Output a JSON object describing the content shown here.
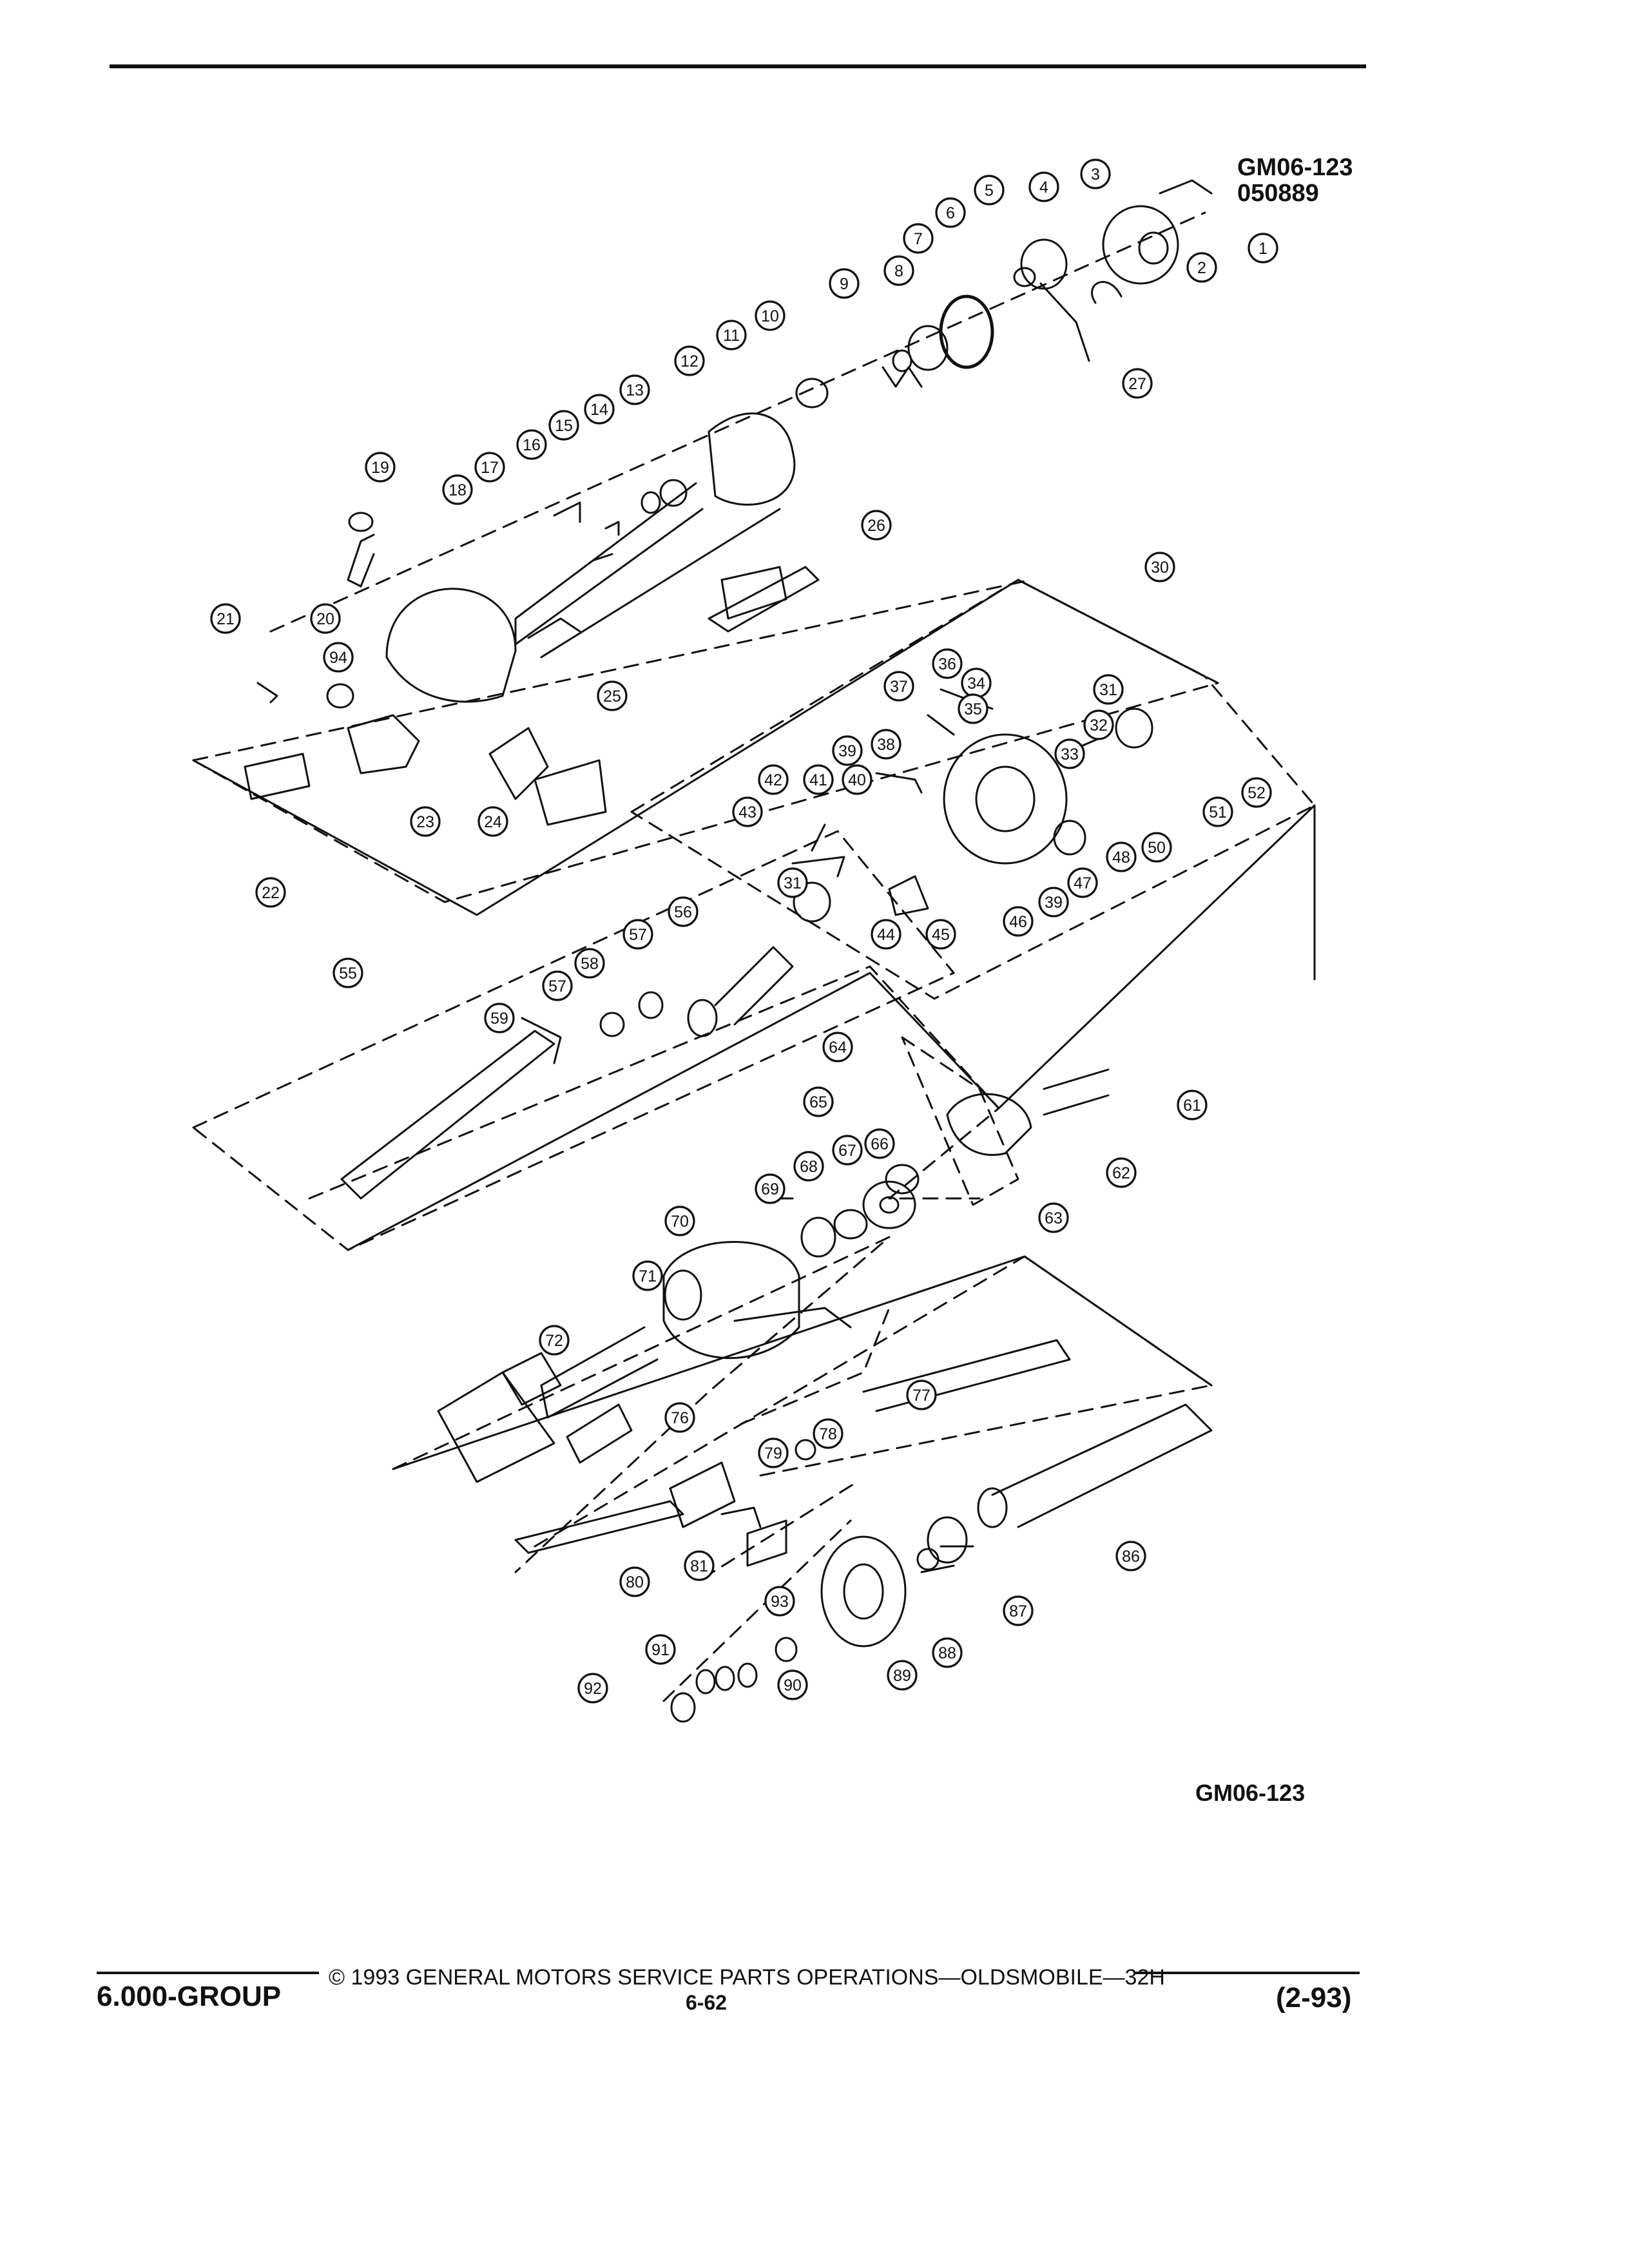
{
  "header": {
    "figure_code": "GM06-123",
    "figure_date_code": "050889"
  },
  "figure": {
    "bottom_code": "GM06-123",
    "callouts": [
      "1",
      "2",
      "3",
      "4",
      "5",
      "6",
      "7",
      "8",
      "9",
      "10",
      "11",
      "12",
      "13",
      "14",
      "15",
      "16",
      "17",
      "18",
      "19",
      "20",
      "21",
      "22",
      "23",
      "24",
      "25",
      "26",
      "27",
      "30",
      "31",
      "31",
      "32",
      "33",
      "34",
      "35",
      "36",
      "37",
      "38",
      "39",
      "39",
      "40",
      "41",
      "42",
      "43",
      "44",
      "45",
      "46",
      "47",
      "48",
      "50",
      "51",
      "52",
      "55",
      "56",
      "57",
      "57",
      "58",
      "59",
      "61",
      "62",
      "63",
      "64",
      "65",
      "66",
      "67",
      "68",
      "69",
      "70",
      "71",
      "72",
      "76",
      "77",
      "78",
      "79",
      "80",
      "81",
      "86",
      "87",
      "88",
      "89",
      "90",
      "91",
      "92",
      "93",
      "94"
    ]
  },
  "footer": {
    "group": "6.000-GROUP",
    "copyright": "© 1993 GENERAL MOTORS SERVICE PARTS OPERATIONS—OLDSMOBILE—32H",
    "page_number": "6-62",
    "revision_date": "(2-93)"
  }
}
